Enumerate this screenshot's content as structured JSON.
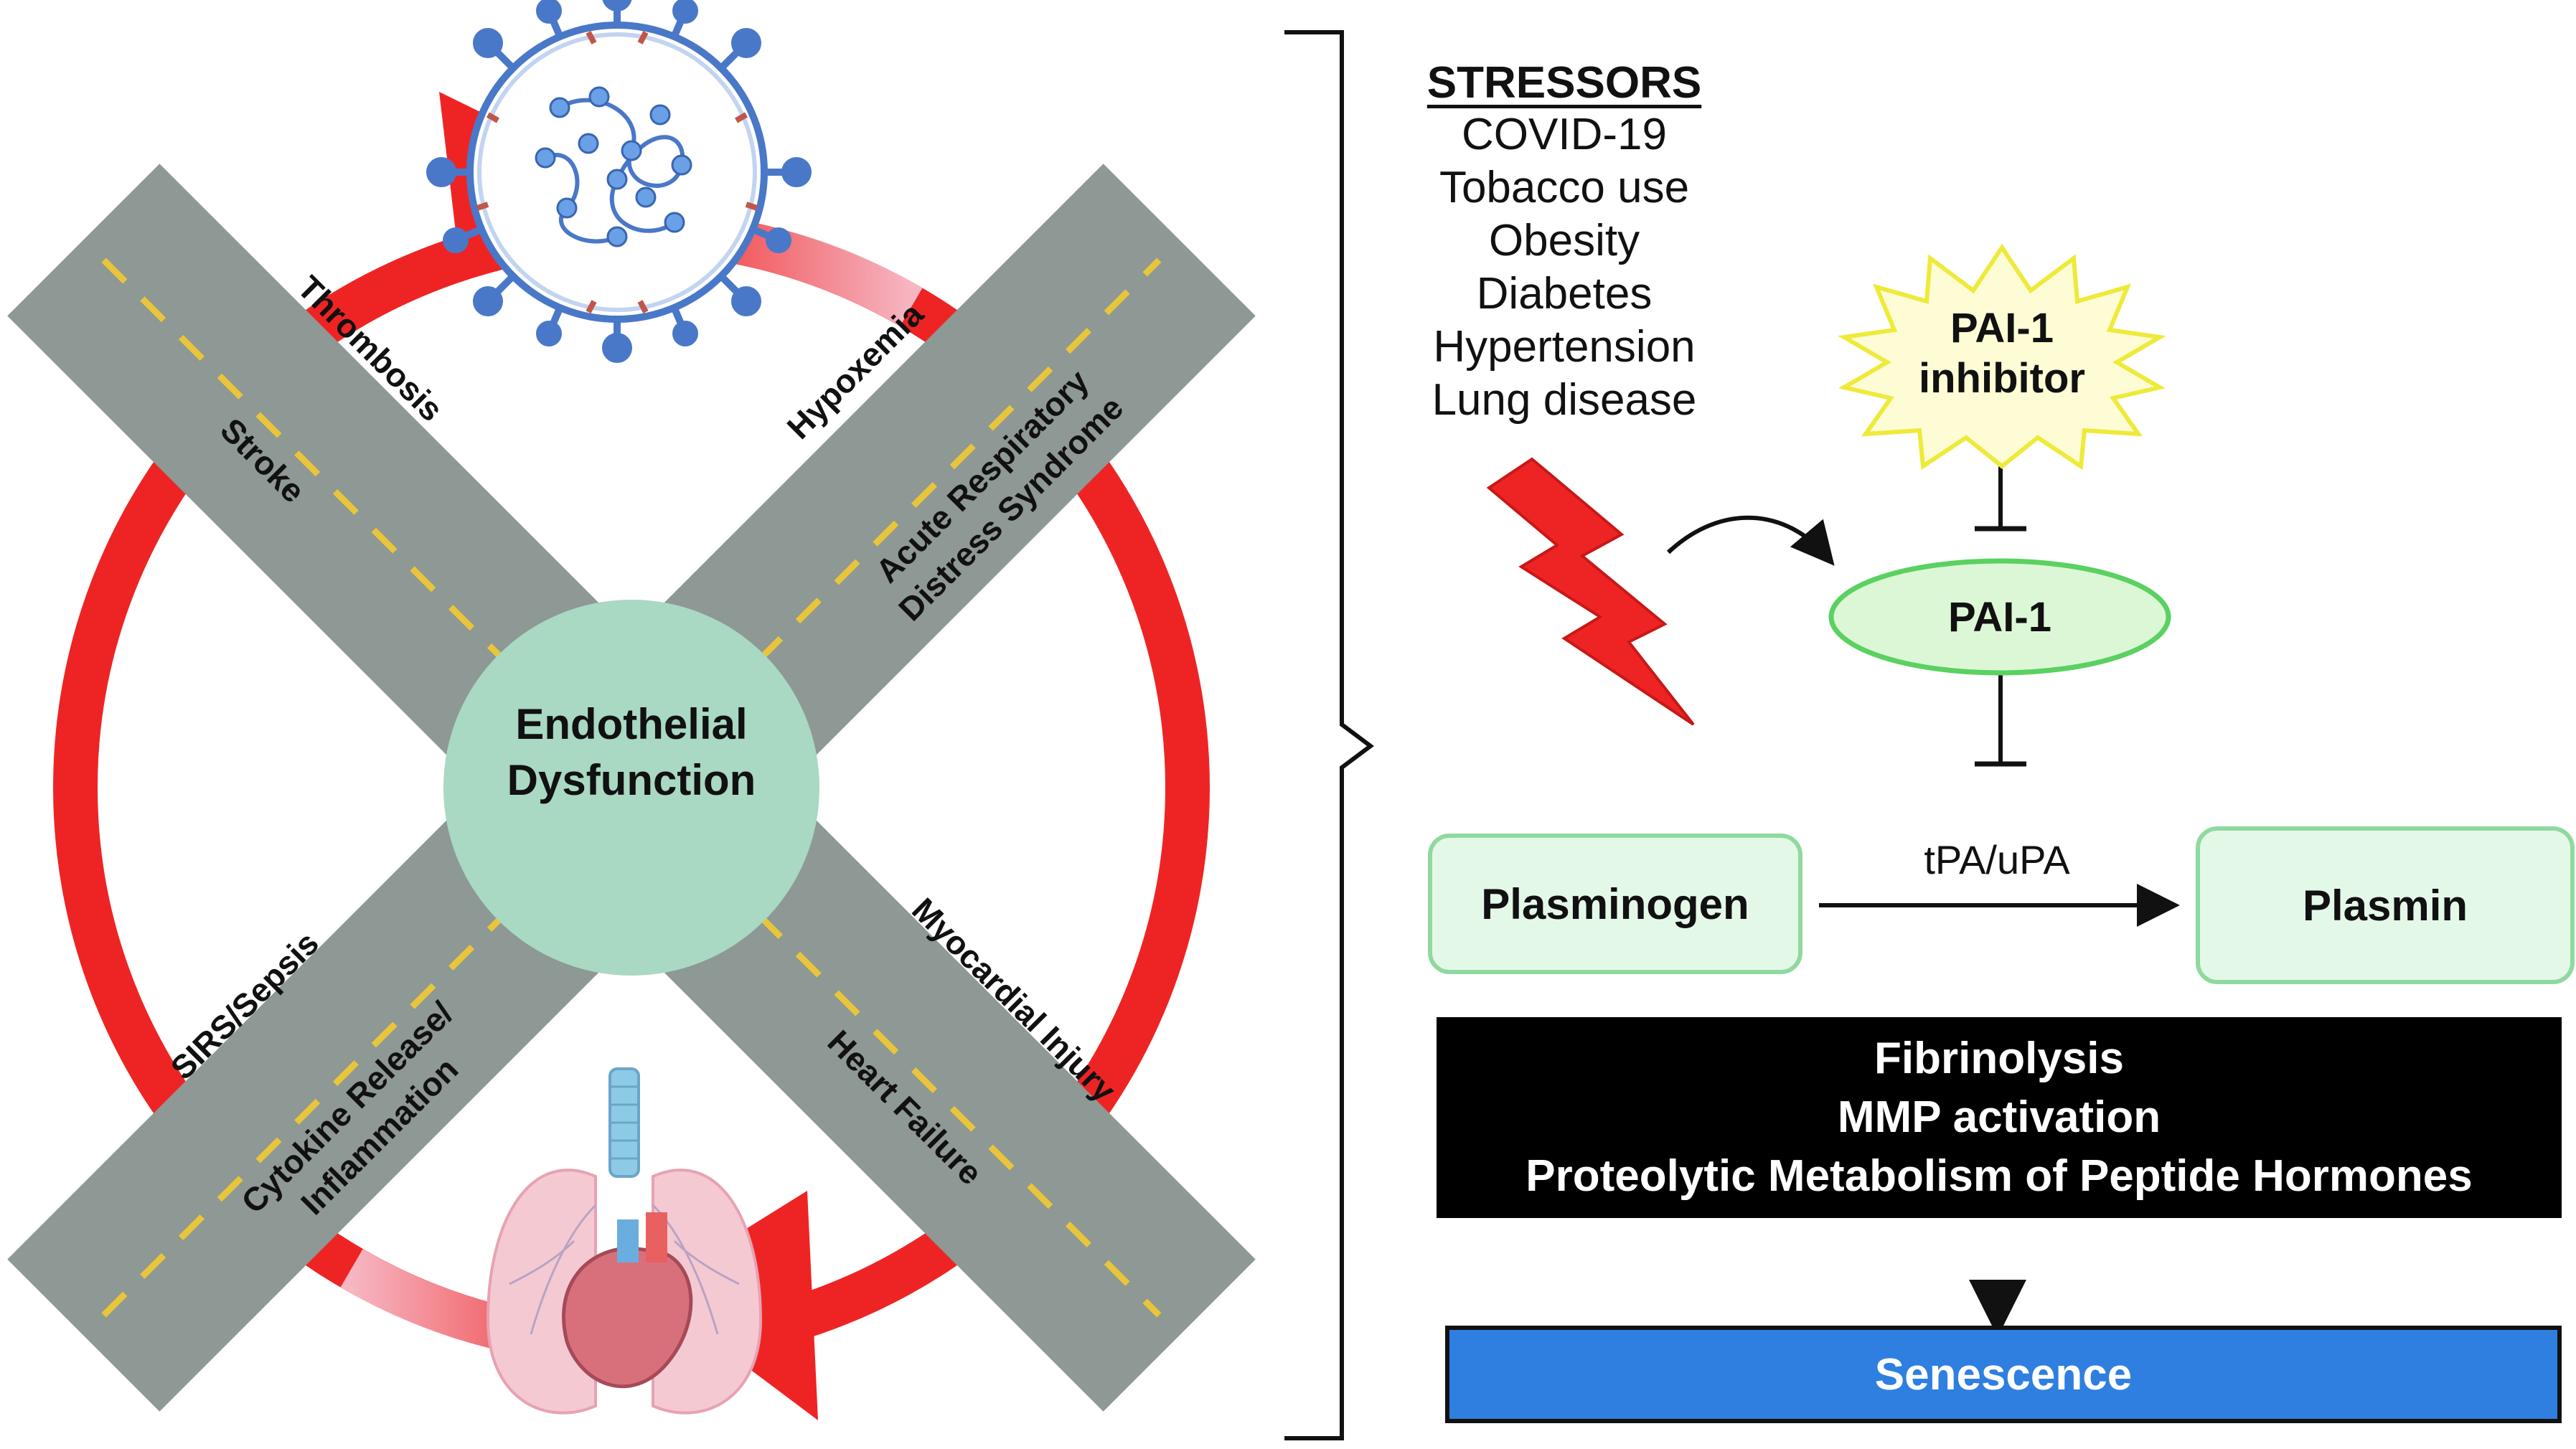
{
  "center_circle": {
    "line1": "Endothelial",
    "line2": "Dysfunction"
  },
  "road_labels": {
    "top_left_a": "Thrombosis",
    "top_left_b": "Stroke",
    "top_right_a": "Hypoxemia",
    "top_right_b1": "Acute Respiratory",
    "top_right_b2": "Distress Syndrome",
    "bottom_left_a": "SIRS/Sepsis",
    "bottom_left_b1": "Cytokine Release/",
    "bottom_left_b2": "Inflammation",
    "bottom_right_a": "Myocardial Injury",
    "bottom_right_b": "Heart Failure"
  },
  "stressors": {
    "title": "STRESSORS",
    "items": [
      "COVID-19",
      "Tobacco use",
      "Obesity",
      "Diabetes",
      "Hypertension",
      "Lung disease"
    ]
  },
  "inhibitor": {
    "line1": "PAI-1",
    "line2": "inhibitor"
  },
  "pai1": {
    "label": "PAI-1"
  },
  "conversion": {
    "from": "Plasminogen",
    "to": "Plasmin",
    "enzyme": "tPA/uPA"
  },
  "effects": {
    "lines": [
      "Fibrinolysis",
      "MMP activation",
      "Proteolytic Metabolism of Peptide Hormones"
    ]
  },
  "outcome": {
    "label": "Senescence"
  },
  "colors": {
    "ring_red": "#ee2424",
    "road_gray": "#8e9894",
    "road_dash": "#e8c53a",
    "circle_green": "#a9d8c3",
    "pai1_fill": "#dcf7d6",
    "pai1_stroke": "#5ad160",
    "box_fill": "#e4f8e8",
    "box_stroke": "#8fd9a0",
    "burst_fill": "#fdfcd5",
    "burst_stroke": "#eeea3a",
    "effects_bg": "#000000",
    "outcome_bg": "#2e7fe0",
    "virus_blue": "#4a78c8"
  }
}
